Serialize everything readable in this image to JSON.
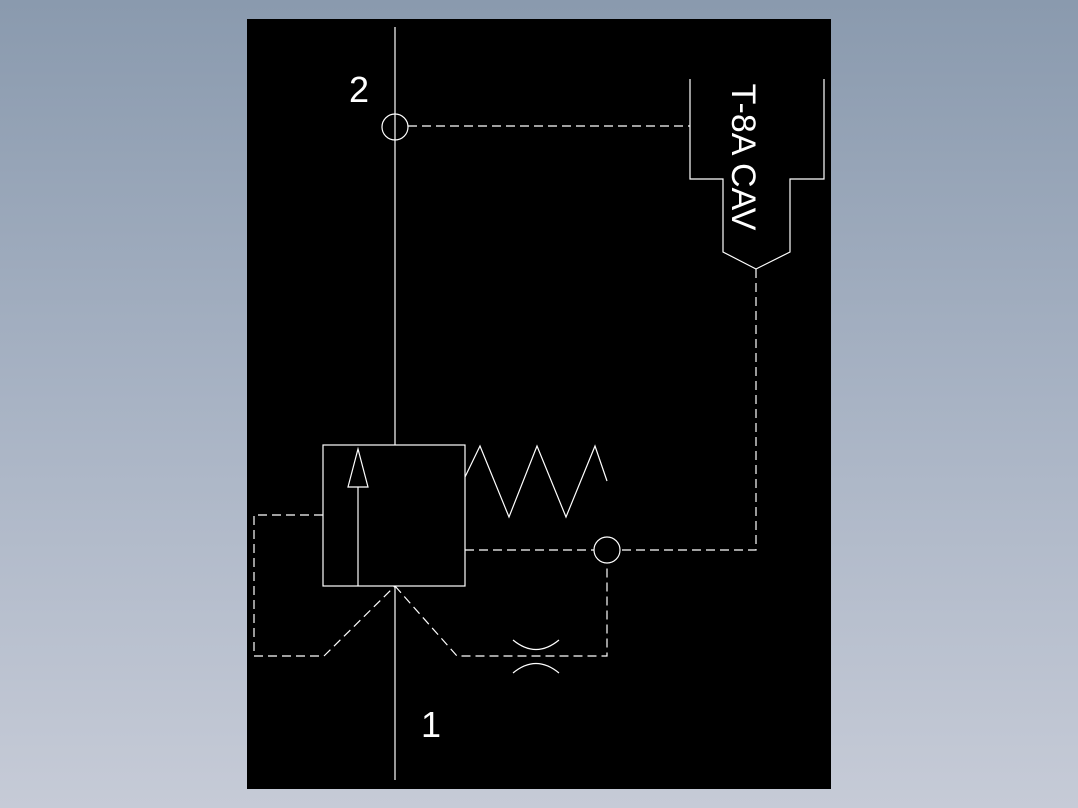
{
  "diagram": {
    "port_2_label": "2",
    "port_1_label": "1",
    "cavity_label": "T-8A CAV"
  },
  "colors": {
    "background": "#000000",
    "stroke": "#ffffff"
  }
}
